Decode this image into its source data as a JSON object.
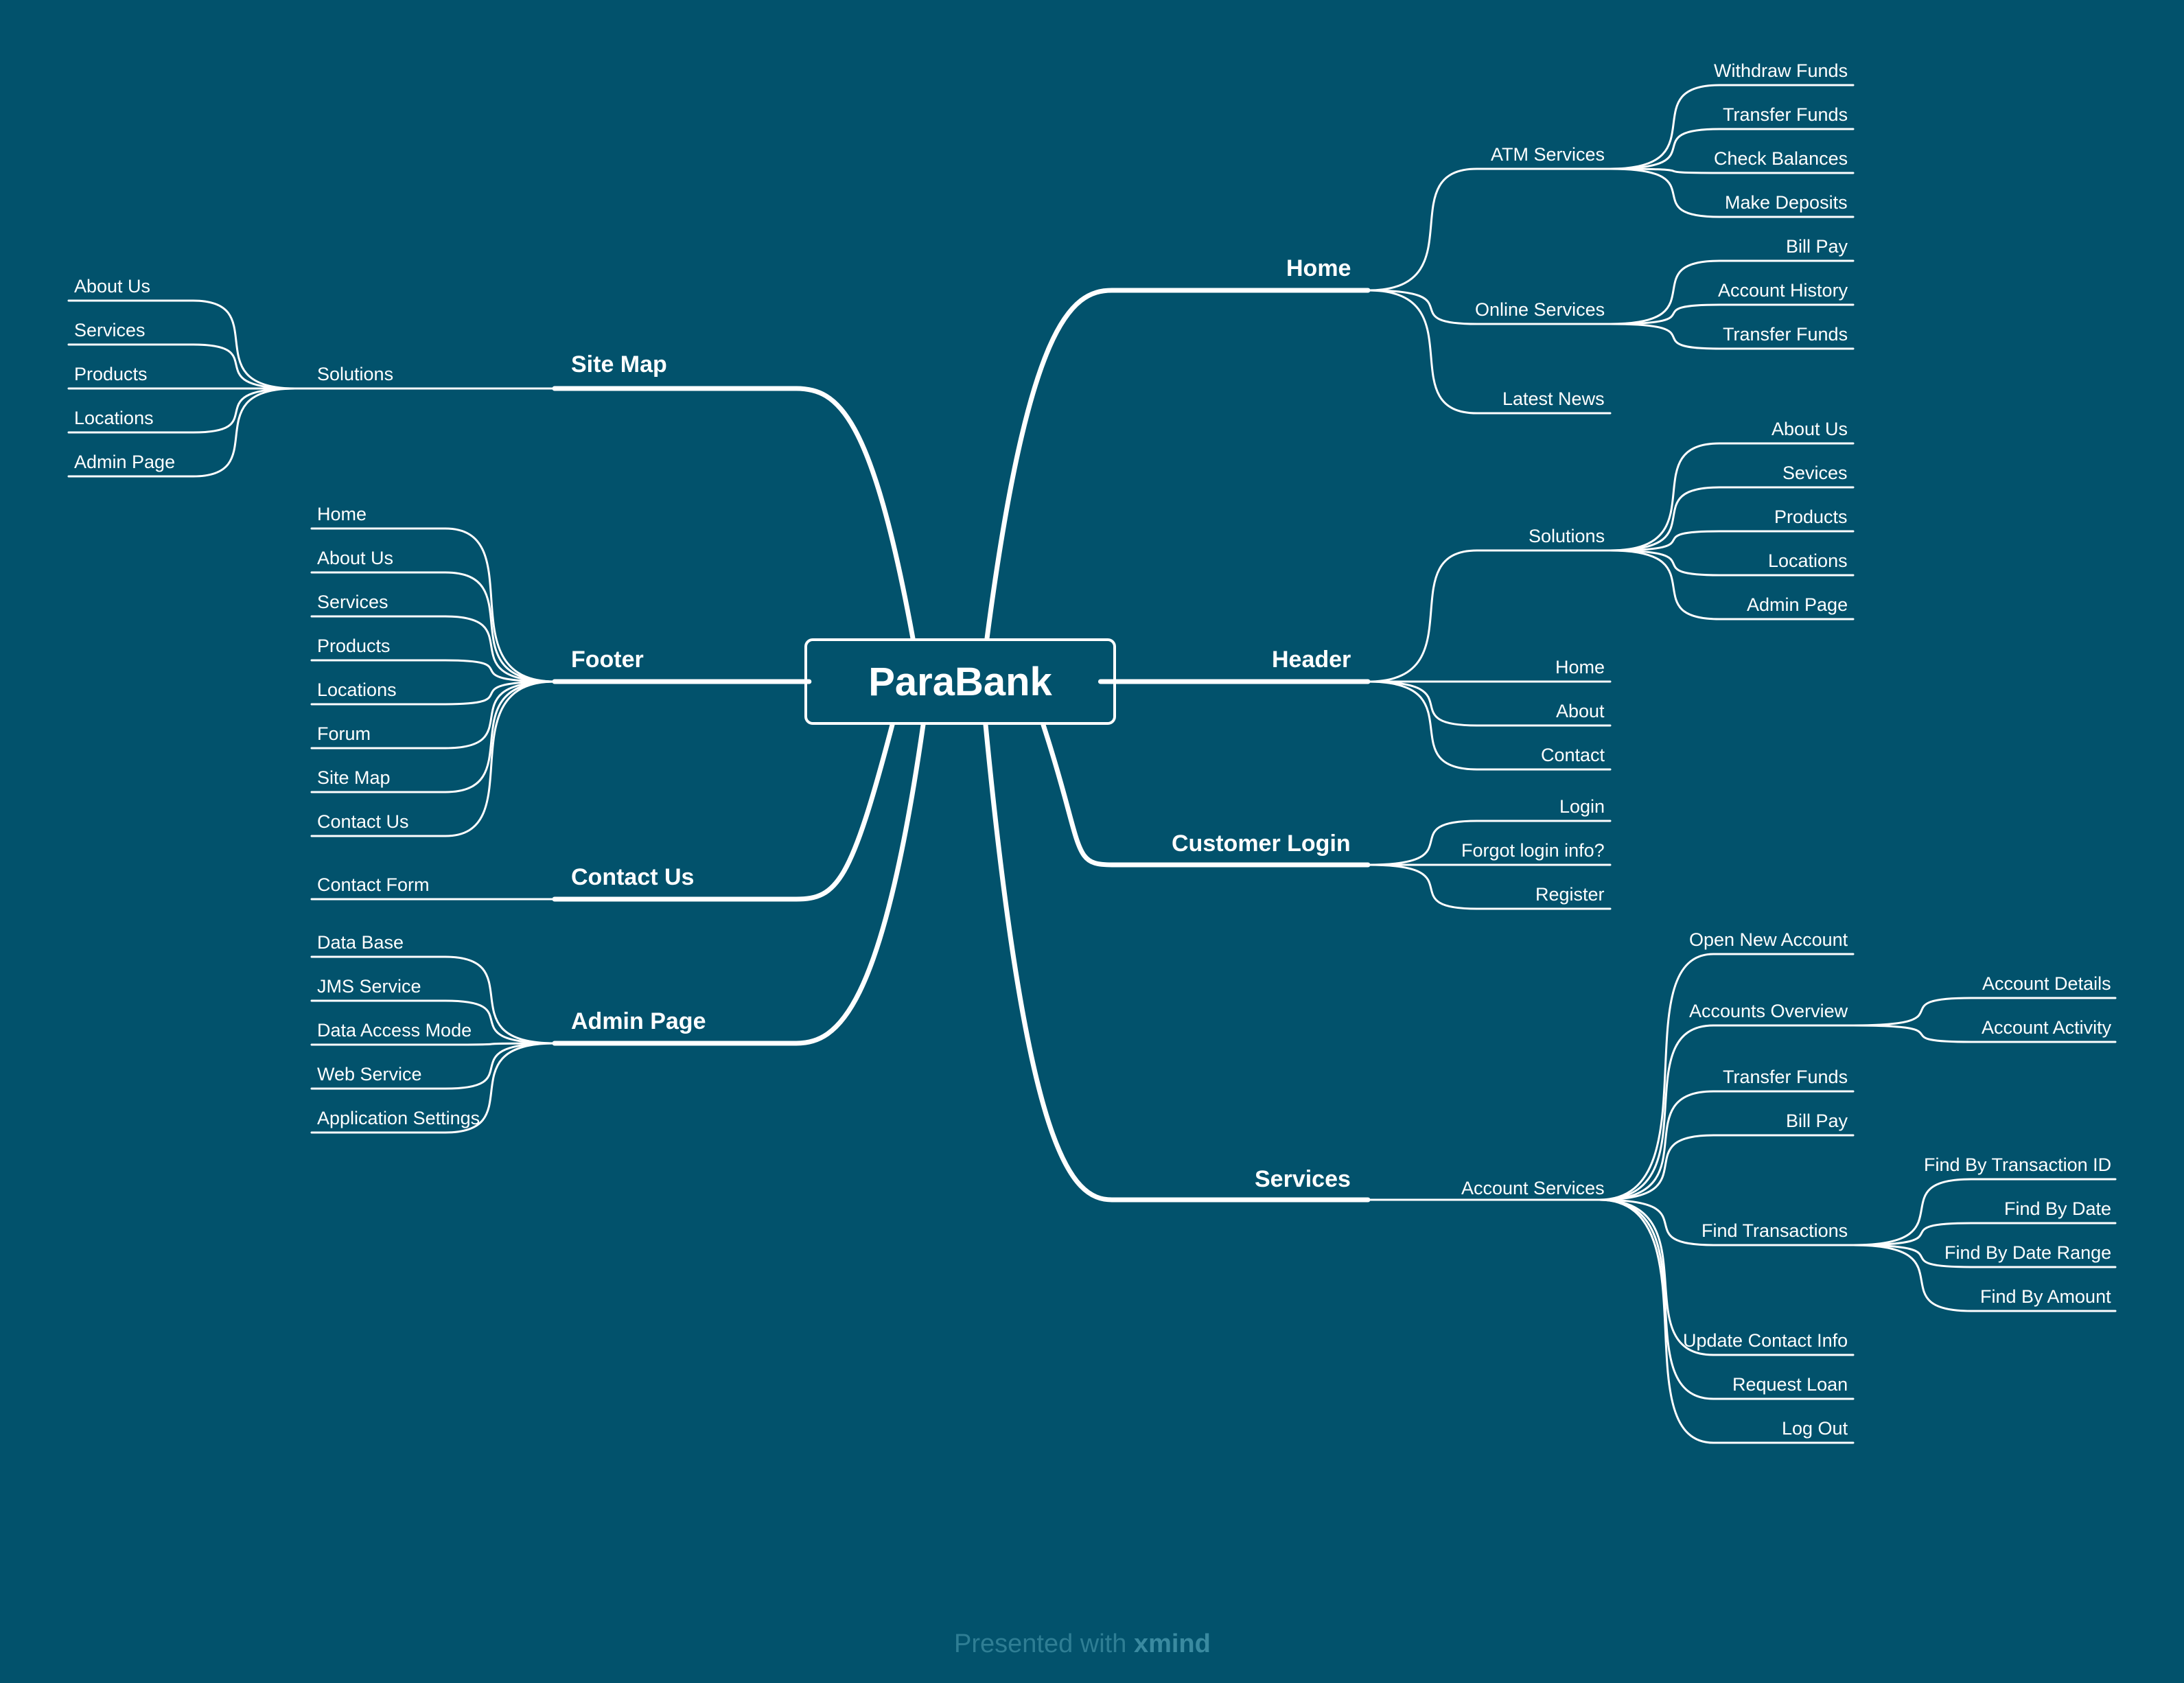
{
  "root": {
    "label": "ParaBank"
  },
  "right": [
    {
      "label": "Home",
      "children": [
        {
          "label": "ATM Services",
          "children": [
            {
              "label": "Withdraw Funds"
            },
            {
              "label": "Transfer Funds"
            },
            {
              "label": "Check Balances"
            },
            {
              "label": "Make Deposits"
            }
          ]
        },
        {
          "label": "Online Services",
          "children": [
            {
              "label": "Bill Pay"
            },
            {
              "label": "Account History"
            },
            {
              "label": "Transfer Funds"
            }
          ]
        },
        {
          "label": "Latest News"
        }
      ]
    },
    {
      "label": "Header",
      "children": [
        {
          "label": "Solutions",
          "children": [
            {
              "label": "About Us"
            },
            {
              "label": "Sevices"
            },
            {
              "label": "Products"
            },
            {
              "label": "Locations"
            },
            {
              "label": "Admin Page"
            }
          ]
        },
        {
          "label": "Home"
        },
        {
          "label": "About"
        },
        {
          "label": "Contact"
        }
      ]
    },
    {
      "label": "Customer Login",
      "children": [
        {
          "label": "Login"
        },
        {
          "label": "Forgot login info?"
        },
        {
          "label": "Register"
        }
      ]
    },
    {
      "label": "Services",
      "children": [
        {
          "label": "Account Services",
          "children": [
            {
              "label": "Open New Account"
            },
            {
              "label": "Accounts Overview",
              "children": [
                {
                  "label": "Account Details"
                },
                {
                  "label": "Account Activity"
                }
              ]
            },
            {
              "label": "Transfer Funds"
            },
            {
              "label": "Bill Pay"
            },
            {
              "label": "Find Transactions",
              "children": [
                {
                  "label": "Find By Transaction ID"
                },
                {
                  "label": "Find By Date"
                },
                {
                  "label": "Find By Date Range"
                },
                {
                  "label": "Find By Amount"
                }
              ]
            },
            {
              "label": "Update Contact Info"
            },
            {
              "label": "Request Loan"
            },
            {
              "label": "Log Out"
            }
          ]
        }
      ]
    }
  ],
  "left": [
    {
      "label": "Site Map",
      "children": [
        {
          "label": "Solutions",
          "children": [
            {
              "label": "About Us"
            },
            {
              "label": "Services"
            },
            {
              "label": "Products"
            },
            {
              "label": "Locations"
            },
            {
              "label": "Admin Page"
            }
          ]
        }
      ]
    },
    {
      "label": "Footer",
      "children": [
        {
          "label": "Home"
        },
        {
          "label": "About Us"
        },
        {
          "label": "Services"
        },
        {
          "label": "Products"
        },
        {
          "label": "Locations"
        },
        {
          "label": "Forum"
        },
        {
          "label": "Site Map"
        },
        {
          "label": "Contact Us"
        }
      ]
    },
    {
      "label": "Contact Us",
      "children": [
        {
          "label": "Contact Form"
        }
      ]
    },
    {
      "label": "Admin Page",
      "children": [
        {
          "label": "Data Base"
        },
        {
          "label": "JMS Service"
        },
        {
          "label": "Data Access Mode"
        },
        {
          "label": "Web Service"
        },
        {
          "label": "Application Settings"
        }
      ]
    }
  ],
  "footer": {
    "prefix": "Presented with",
    "brand": "xmind"
  },
  "colors": {
    "background": "#02526c",
    "line": "#ffffff",
    "footer": "#2f7e94"
  }
}
